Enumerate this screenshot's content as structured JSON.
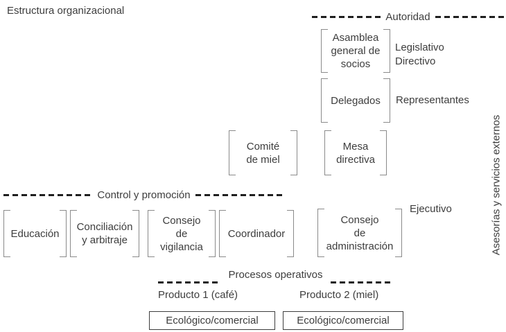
{
  "page": {
    "title": "Estructura organizacional"
  },
  "colors": {
    "background": "#ffffff",
    "text": "#3d3d3d",
    "bracket": "#8a8a8a",
    "dashed_line": "#1f1f1f",
    "solid_box_border": "#3d3d3d"
  },
  "section_headers": {
    "autoridad": "Autoridad",
    "control_promocion": "Control y promoción",
    "procesos_operativos": "Procesos operativos"
  },
  "nodes": {
    "asamblea": "Asamblea\ngeneral de\nsocios",
    "delegados": "Delegados",
    "comite_miel": "Comité\nde miel",
    "mesa_directiva": "Mesa\ndirectiva",
    "educacion": "Educación",
    "conciliacion": "Conciliación\ny arbitraje",
    "consejo_vigilancia": "Consejo\nde\nvigilancia",
    "coordinador": "Coordinador",
    "consejo_administracion": "Consejo\nde\nadministración"
  },
  "annotations": {
    "legislativo_directivo": "Legislativo\nDirectivo",
    "representantes": "Representantes",
    "ejecutivo": "Ejecutivo",
    "asesorias": "Asesorías y servicios externos"
  },
  "products": {
    "producto1": "Producto 1 (café)",
    "producto2": "Producto 2 (miel)",
    "eco1": "Ecológico/comercial",
    "eco2": "Ecológico/comercial"
  }
}
